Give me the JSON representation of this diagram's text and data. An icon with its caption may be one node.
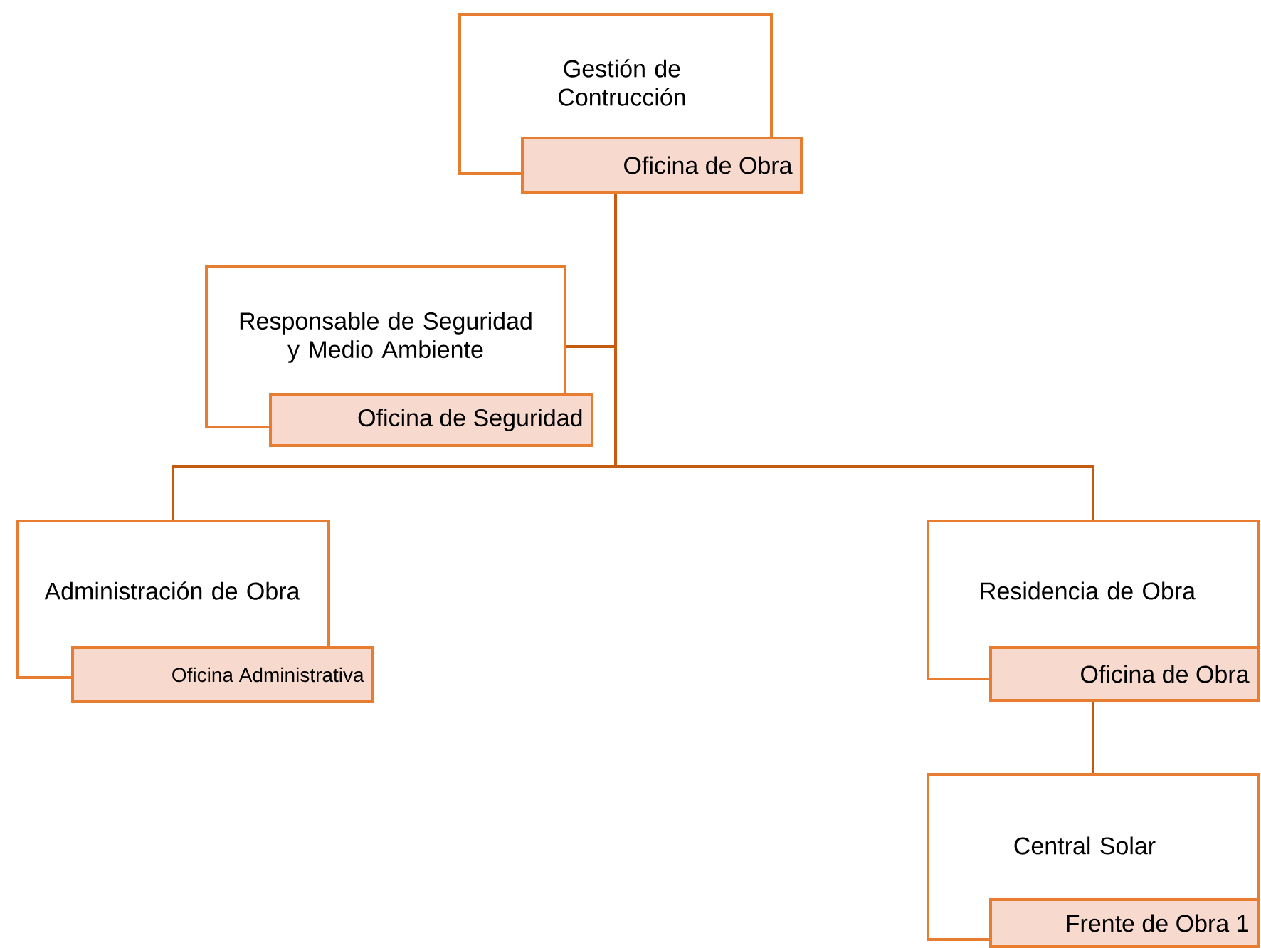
{
  "diagram": {
    "nodes": [
      {
        "text": [
          "Gestión de Contrucción",
          "Oficina de Obra"
        ]
      },
      {
        "text": [
          "Responsable de Seguridad y Medio Ambiente",
          "Oficina de Seguridad"
        ]
      },
      {
        "text": [
          "Administración de Obra",
          "Oficina Administrativa"
        ]
      },
      {
        "text": [
          "Residencia de Obra",
          "Oficina de Obra"
        ]
      },
      {
        "text": [
          "Central Solar",
          "Frente de Obra 1"
        ]
      }
    ],
    "edges": [
      {
        "from": 0,
        "to": 1,
        "arrow": "none"
      },
      {
        "from": 0,
        "to": 2,
        "arrow": "none"
      },
      {
        "from": 0,
        "to": 3,
        "arrow": "none"
      },
      {
        "from": 3,
        "to": 4,
        "arrow": "none"
      }
    ]
  }
}
